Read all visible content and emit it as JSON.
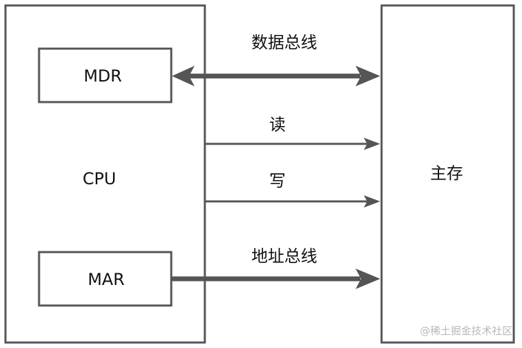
{
  "cpu": {
    "label": "CPU",
    "mdr_label": "MDR",
    "mar_label": "MAR"
  },
  "memory": {
    "label": "主存"
  },
  "connections": {
    "data_bus_label": "数据总线",
    "read_label": "读",
    "write_label": "写",
    "address_bus_label": "地址总线"
  },
  "watermark": {
    "text": "@稀土掘金技术社区"
  },
  "colors": {
    "stroke": "#555555",
    "text": "#111111",
    "background": "#ffffff",
    "watermark": "#b8b8b8"
  }
}
